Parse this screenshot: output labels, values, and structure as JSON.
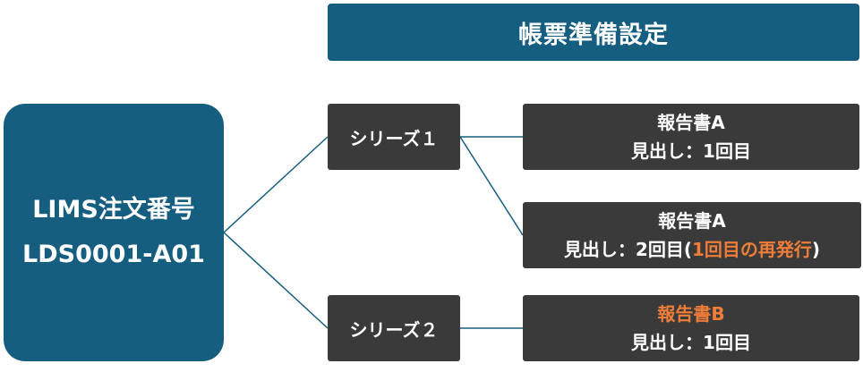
{
  "header": {
    "title": "帳票準備設定"
  },
  "order": {
    "line1": "LIMS注文番号",
    "line2": "LDS0001-A01"
  },
  "series": [
    {
      "label": "シリーズ１"
    },
    {
      "label": "シリーズ２"
    }
  ],
  "reports": [
    {
      "title": "報告書A",
      "heading": "見出し：1回目"
    },
    {
      "title": "報告書A",
      "heading_prefix": "見出し：2回目(",
      "heading_highlight": "1回目の再発行",
      "heading_suffix": ")"
    },
    {
      "title": "報告書B",
      "heading": "見出し：1回目"
    }
  ],
  "colors": {
    "primary": "#165e7f",
    "box_dark": "#3a3a3a",
    "highlight": "#f07d38",
    "connector": "#165e7f"
  }
}
